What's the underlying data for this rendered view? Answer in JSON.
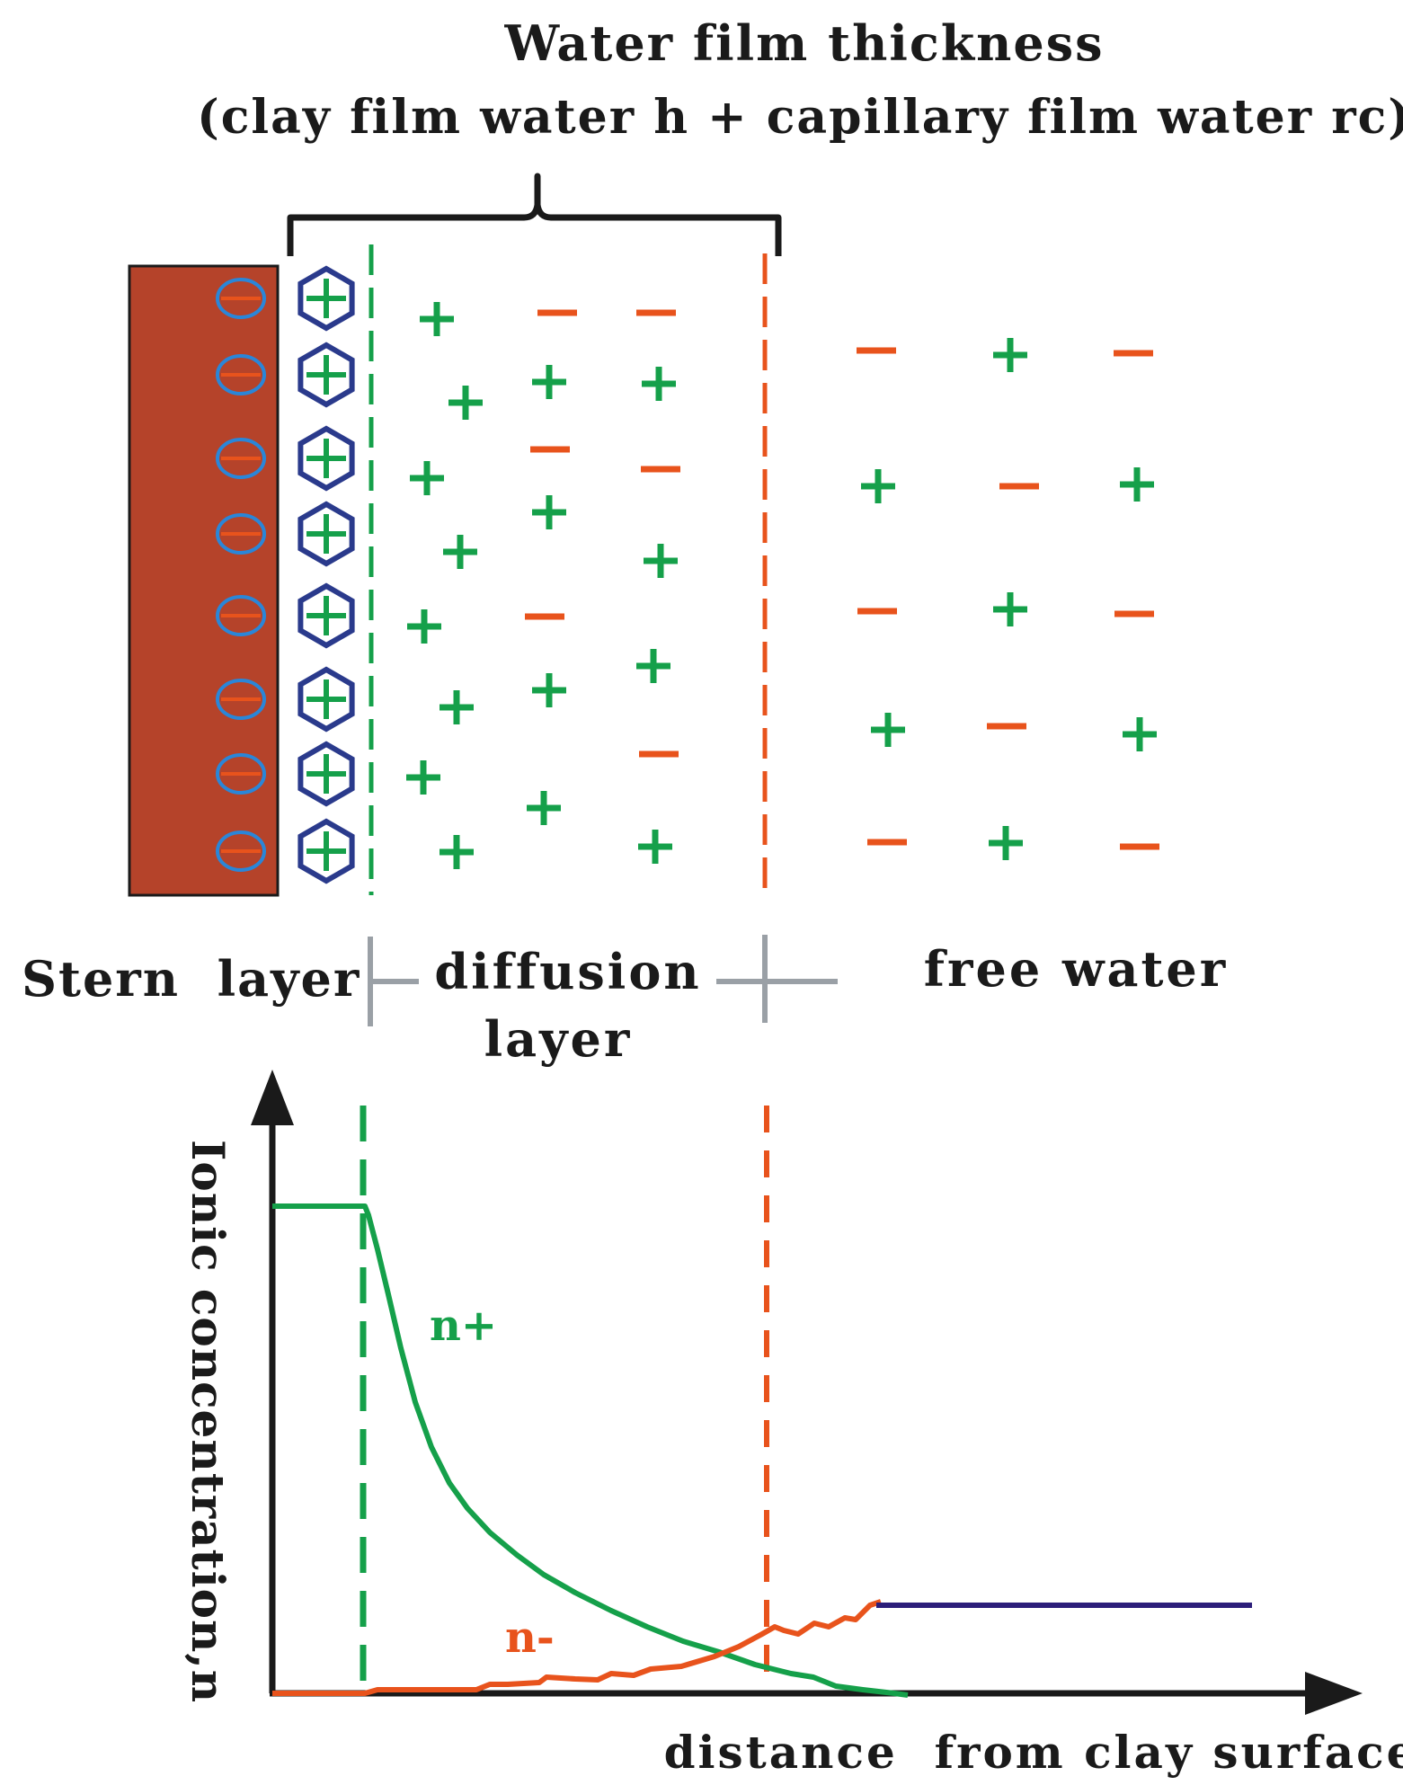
{
  "title": {
    "line1": "Water film thickness",
    "line2": "(clay film water h + capillary film water rc)"
  },
  "layers": {
    "stern": "Stern  layer",
    "diffusion_line1": "diffusion",
    "diffusion_line2": "layer",
    "free_water": "free water"
  },
  "graph": {
    "y_axis_label": "Ionic concentration,n",
    "x_axis_label": "distance  from clay surface",
    "cation_curve_label": "n+",
    "anion_curve_label": "n-"
  },
  "colors": {
    "clay": "#b5432a",
    "clay_border": "#1a1a1a",
    "cation": "#15a04a",
    "anion": "#e8531c",
    "stern_ion": "#2a3a8c",
    "surface_charge": "#2a86d8",
    "axis": "#1a1a1a",
    "tick_gray": "#9aa0a6",
    "equilibrium": "#2c1e7a"
  },
  "icons": {
    "surface_charge": "minus-in-ellipse-icon",
    "stern_cation": "plus-in-hexagon-icon",
    "cation": "plus-sign-icon",
    "anion": "minus-sign-icon"
  }
}
